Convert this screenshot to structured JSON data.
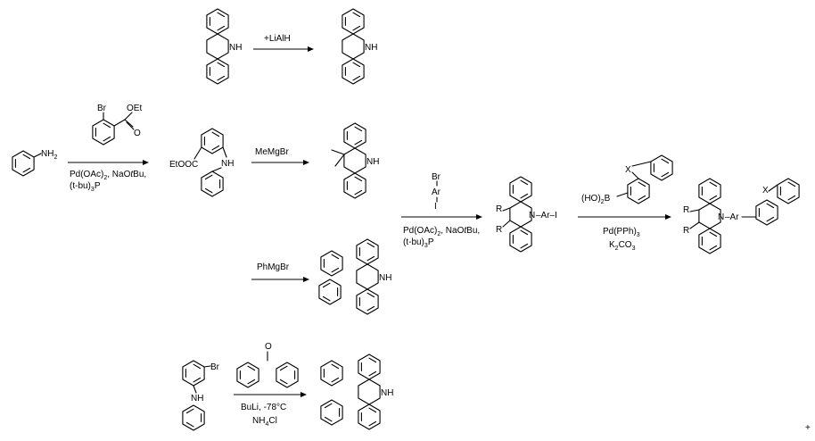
{
  "reactions": {
    "r1": {
      "top": "+LiAlH"
    },
    "r2": {
      "top": "",
      "bottom": [
        "Pd(OAc)",
        "2",
        ", NaO",
        "t",
        "Bu,",
        "(t-bu)",
        "3",
        "P"
      ]
    },
    "r3": {
      "top": "MeMgBr"
    },
    "r4": {
      "top": "PhMgBr"
    },
    "r5": {
      "bottom": [
        "Pd(OAc)",
        "2",
        ", NaO",
        "t",
        "Bu,",
        "(t-bu)",
        "3",
        "P"
      ]
    },
    "r6": {
      "bottom1": "Pd(PPh)",
      "bottom1sub": "3",
      "bottom2": "K",
      "bottom2sub": "2",
      "bottom2rest": "CO",
      "bottom2sub2": "3"
    },
    "r7": {
      "bottom1": "BuLi, -78",
      "bottom1deg": "°C",
      "bottom2": "NH",
      "bottom2sub": "4",
      "bottom2rest": "Cl"
    }
  },
  "labels": {
    "nh": "NH",
    "h": "H",
    "n": "N",
    "nh2": "NH",
    "nh2sub": "2",
    "br": "Br",
    "oet": "OEt",
    "eto_ooc": "EtOOC",
    "ar": "Ar",
    "i": "I",
    "r": "R",
    "x": "X",
    "ho2b": "(HO)",
    "ho2bsub": "2",
    "ho2brest": "B",
    "o": "O",
    "n_ar_i": "N",
    "dash_ar": "–Ar–I",
    "dash_ar2": "–Ar",
    "plus": "+"
  }
}
